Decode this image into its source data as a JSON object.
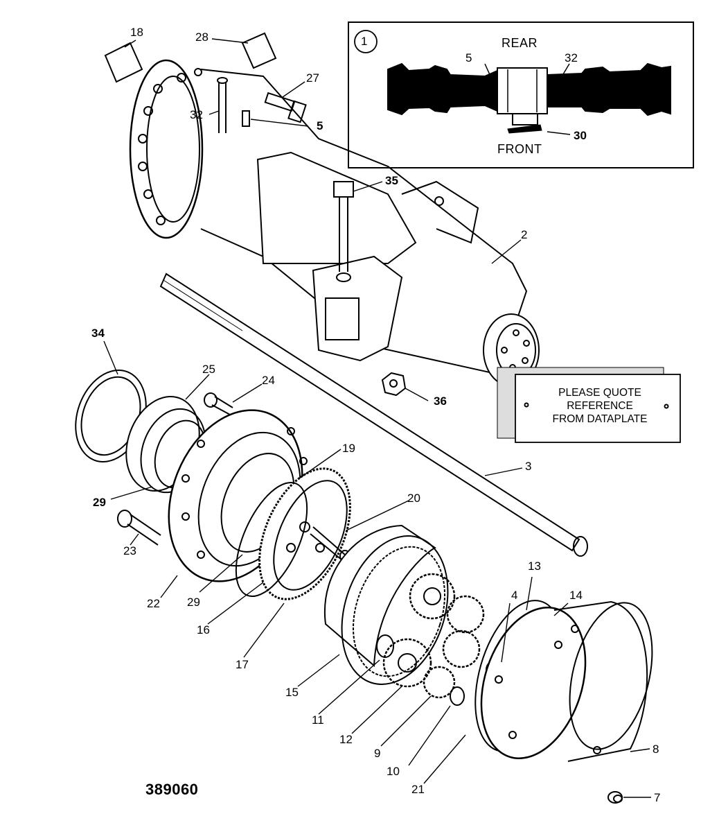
{
  "figure_number": "389060",
  "inset": {
    "number": "1",
    "label_rear": "REAR",
    "label_front": "FRONT",
    "callouts": [
      "5",
      "32",
      "30"
    ]
  },
  "dataplate": {
    "line1": "PLEASE QUOTE",
    "line2": "REFERENCE",
    "line3": "FROM DATAPLATE"
  },
  "callouts": {
    "c18": "18",
    "c28": "28",
    "c27": "27",
    "c32": "32",
    "c5": "5",
    "c35": "35",
    "c2": "2",
    "c34": "34",
    "c25": "25",
    "c24": "24",
    "c36": "36",
    "c19": "19",
    "c3": "3",
    "c29a": "29",
    "c20": "20",
    "c23": "23",
    "c22": "22",
    "c29b": "29",
    "c16": "16",
    "c17": "17",
    "c13": "13",
    "c4": "4",
    "c14": "14",
    "c15": "15",
    "c11": "11",
    "c12": "12",
    "c9": "9",
    "c10": "10",
    "c8": "8",
    "c21": "21",
    "c7": "7"
  }
}
